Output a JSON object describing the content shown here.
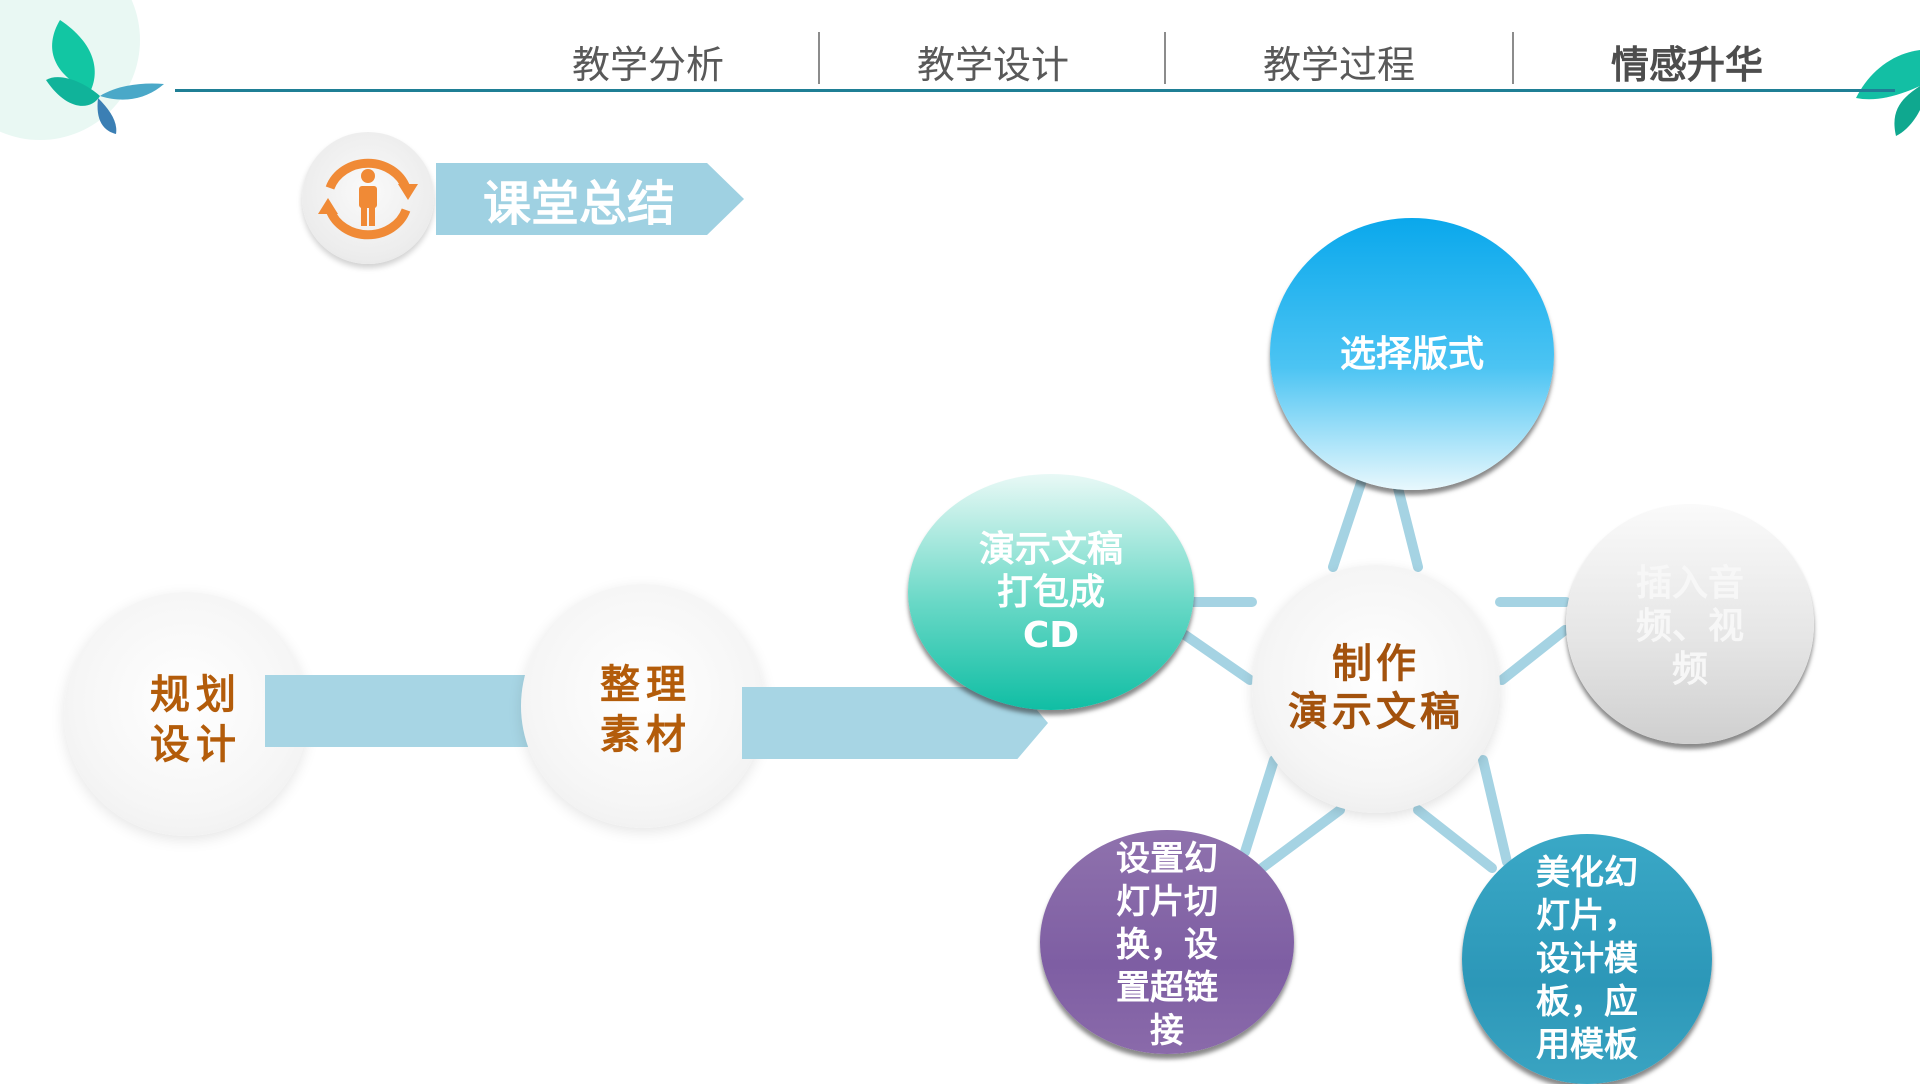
{
  "nav": {
    "tabs": [
      {
        "label": "教学分析"
      },
      {
        "label": "教学设计"
      },
      {
        "label": "教学过程"
      },
      {
        "label": "情感升华"
      }
    ],
    "active_index": 3
  },
  "section": {
    "title": "课堂总结",
    "icon": "person-cycle-icon"
  },
  "process": {
    "step1": [
      "规划",
      "设计"
    ],
    "step2": [
      "整理",
      "素材"
    ]
  },
  "star": {
    "center": [
      "制作",
      "演示文稿"
    ],
    "nodes": {
      "top": [
        "选择版式"
      ],
      "left": [
        "演示文稿",
        "打包成",
        "CD"
      ],
      "right": [
        "插入音",
        "频、视",
        "频"
      ],
      "bottom_left": [
        "设置幻",
        "灯片切",
        "换，设",
        "置超链",
        "接"
      ],
      "bottom_right": [
        "美化幻",
        "灯片，",
        "设计模",
        "板，应",
        "用模板"
      ]
    }
  },
  "colors": {
    "nav_line": "#1f7f95",
    "arrow": "#a7d5e4",
    "label_brown": "#b35c0a",
    "node_top": "#13a9e8",
    "node_left": "#16c1a6",
    "node_right": "#d6d6d6",
    "node_bottom_left": "#8a68a8",
    "node_bottom_right": "#2f9dbb"
  }
}
